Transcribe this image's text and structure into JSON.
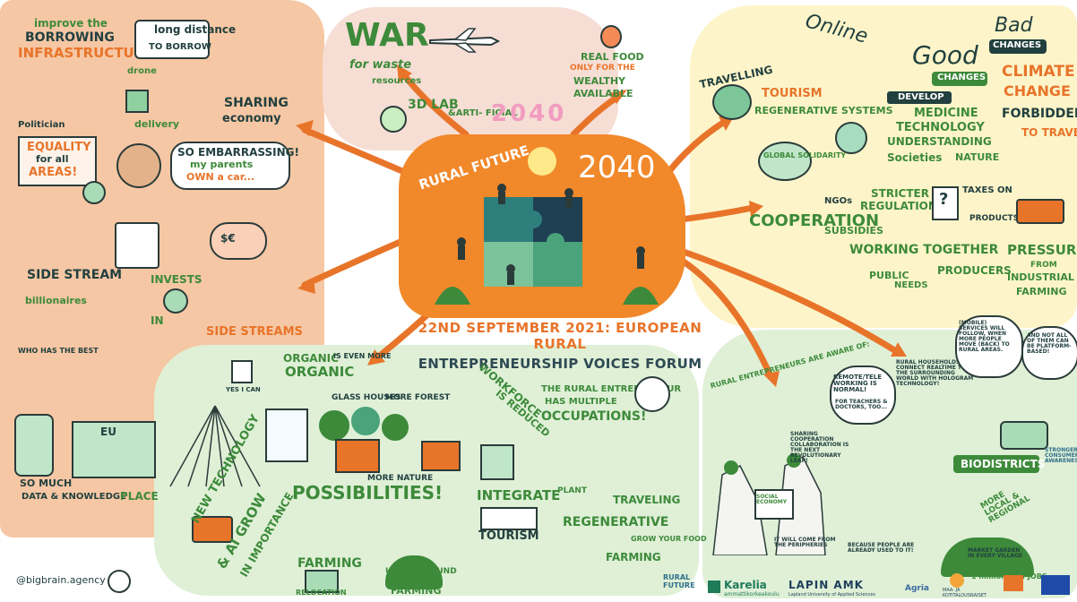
{
  "center": {
    "rural_future": "RURAL FUTURE",
    "year": "2040",
    "headline_line1": "22ND SEPTEMBER 2021: EUROPEAN RURAL",
    "headline_line2": "ENTREPRENEURSHIP VOICES FORUM"
  },
  "orange_panel": {
    "improve_the": "improve the",
    "borrowing": "BORROWING",
    "infrastructure": "INFRASTRUCTURE",
    "long_distance": "long distance",
    "to_borrow": "TO BORROW",
    "politician": "Politician",
    "drone": "drone",
    "delivery": "delivery",
    "sharing": "SHARING",
    "economy": "economy",
    "equality": "EQUALITY",
    "for_all": "for all",
    "areas": "AREAS!",
    "so_embarrassing": "SO EMBARRASSING!",
    "my_parents": "my parents",
    "own_a_car": "OWN a car...",
    "side_stream": "SIDE STREAM",
    "billionaires": "billionaires",
    "invests": "INVESTS",
    "in": "IN",
    "side_streams": "SIDE STREAMS",
    "who_has_best": "WHO HAS THE BEST",
    "eu": "EU",
    "so_much": "SO MUCH",
    "data_knowledge": "DATA & KNOWLEDGE",
    "place": "PLACE"
  },
  "pink_panel": {
    "war": "WAR",
    "for_waste": "for waste",
    "resources": "resources",
    "lab_3d": "3D LAB",
    "artificial": "&ARTI- FICIAL",
    "year_2040": "2040",
    "real_food": "REAL FOOD",
    "only_for_the": "ONLY FOR THE",
    "wealthy": "WEALTHY",
    "available": "AVAILABLE"
  },
  "yellow_panel": {
    "online": "Online",
    "travelling": "TRAVELLING",
    "tourism": "TOURISM",
    "good": "Good",
    "changes": "CHANGES",
    "bad": "Bad",
    "bad_changes": "CHANGES",
    "climate": "CLIMATE",
    "change": "CHANGE",
    "forbidden": "FORBIDDEN",
    "to_travel": "TO TRAVEL",
    "develop": "DEVELOP",
    "medicine": "MEDICINE",
    "technology": "TECHNOLOGY",
    "understanding": "UNDERSTANDING",
    "societies": "Societies",
    "nature": "NATURE",
    "regenerative_systems": "REGENERATIVE SYSTEMS",
    "global_solidarity": "GLOBAL SOLIDARITY",
    "cooperation": "COOPERATION",
    "ngos": "NGOs",
    "stricter": "STRICTER",
    "regulations": "REGULATIONS",
    "subsidies": "SUBSIDIES",
    "taxes_on": "TAXES ON",
    "products": "PRODUCTS",
    "working_together": "WORKING TOGETHER",
    "public": "PUBLIC",
    "needs": "NEEDS",
    "producers": "PRODUCERS",
    "pressure": "PRESSURE",
    "from": "FROM",
    "industrial": "INDUSTRIAL",
    "farming": "FARMING"
  },
  "green_left_panel": {
    "organic": "ORGANIC",
    "is_even_more": "IS EVEN MORE",
    "organic2": "ORGANIC",
    "glass_houses": "GLASS HOUSES",
    "more_forest": "MORE FOREST",
    "more_nature": "MORE NATURE",
    "possibilities": "POSSIBILITIES!",
    "workforce": "WORKFORCE",
    "is_reduced": "IS REDUCED",
    "rural_entrepreneur": "THE RURAL ENTREPRENEUR",
    "has_multiple": "HAS MULTIPLE",
    "occupations": "OCCUPATIONS!",
    "integrate": "INTEGRATE",
    "plant": "PLANT",
    "traveling": "TRAVELING",
    "regenerative": "REGENERATIVE",
    "tourism": "TOURISM",
    "grow_your_food": "GROW YOUR FOOD",
    "farming": "FARMING",
    "new_technology": "NEW TECHNOLOGY",
    "ai_grow": "& AI GROW",
    "in_importance": "IN IMPORTANCE",
    "farming2": "FARMING",
    "underground": "UNDERGROUND",
    "farming3": "FARMING",
    "relocation": "RELOCATION",
    "yes_i_can": "YES I CAN"
  },
  "green_right_panel": {
    "rural_entrepreneurs_aware": "RURAL ENTREPRENEURS ARE AWARE OF:",
    "remote_tele": "REMOTE/TELE WORKING IS NORMAL!",
    "for_teachers": "FOR TEACHERS & DOCTORS, TOO...",
    "rural_households": "RURAL HOUSEHOLDS CONNECT REALTIME TO THE SURROUNDING WORLD WITH HOLOGRAM TECHNOLOGY!",
    "mobile_services": "(MOBILE) SERVICES WILL FOLLOW, WHEN MORE PEOPLE MOVE (BACK) TO RURAL AREAS.",
    "not_all_platform": "AND NOT ALL OF THEM CAN BE PLATFORM-BASED!",
    "sharing_cooperation": "SHARING COOPERATION COLLABORATION IS THE NEXT REVOLUTIONARY LEAP!",
    "social_economy": "SOCIAL ECONOMY",
    "it_will_come": "IT WILL COME FROM THE PERIPHERIES",
    "because_people": "BECAUSE PEOPLE ARE ALREADY USED TO IT!",
    "biodistricts": "BIODISTRICTS",
    "more_local": "MORE LOCAL & REGIONAL",
    "market_garden": "MARKET GARDEN IN EVERY VILLAGE",
    "million_jobs": "1 million new JOBS",
    "stronger_consumer": "STRONGER CONSUMER AWARENESS"
  },
  "footer": {
    "credit": "@bigbrain.agency",
    "logo_rural_future": "RURAL FUTURE",
    "logo_karelia": "Karelia",
    "logo_karelia_sub": "ammattikorkeakoulu",
    "logo_lapin": "LAPIN AMK",
    "logo_lapin_sub": "Lapland University of Applied Sciences",
    "logo_agria": "Agria",
    "logo_maa": "MAA- JA KOTITALOUSNAISET"
  },
  "colors": {
    "orange": "#e8742a",
    "green": "#3d8a3a",
    "dark": "#22403f",
    "orange_panel": "#f6c7a4",
    "green_panel": "#dff0d7",
    "yellow_panel": "#fdf5c9",
    "pink_panel": "#f6ded5"
  }
}
